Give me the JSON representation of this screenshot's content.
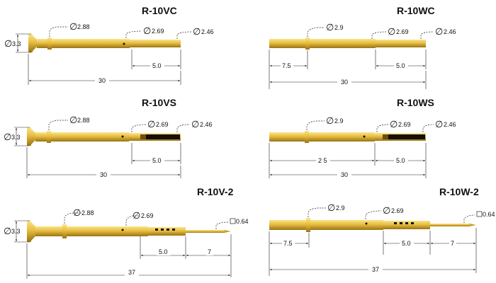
{
  "colors": {
    "gold_light": "#f7dc76",
    "gold_mid": "#e2b63a",
    "gold_dark": "#8a6a12",
    "black": "#111111"
  },
  "probes": {
    "r10vc": {
      "title": "R-10VC",
      "d_head": "3.3",
      "d1": "2.88",
      "d2": "2.69",
      "d3": "2.46",
      "len_tail": "5.0",
      "len_total": "30"
    },
    "r10wc": {
      "title": "R-10WC",
      "d1": "2.9",
      "d2": "2.69",
      "d3": "2.46",
      "len_head": "7.5",
      "len_tail": "5.0",
      "len_total": "30"
    },
    "r10vs": {
      "title": "R-10VS",
      "d_head": "3.3",
      "d1": "2.88",
      "d2": "2.69",
      "d3": "2.46",
      "len_tail": "5.0",
      "len_total": "30"
    },
    "r10ws": {
      "title": "R-10WS",
      "d1": "2.9",
      "d2": "2.69",
      "d3": "2.46",
      "len_mid": "2 5",
      "len_tail": "5.0",
      "len_total": "30"
    },
    "r10v2": {
      "title": "R-10V-2",
      "d_head": "3.3",
      "d1": "2.88",
      "d2": "2.69",
      "d_pin": "0.64",
      "len_tail": "5.0",
      "len_pin": "7",
      "len_total": "37"
    },
    "r10w2": {
      "title": "R-10W-2",
      "d1": "2.9",
      "d2": "2.69",
      "d_pin": "0.64",
      "len_head": "7.5",
      "len_tail": "5.0",
      "len_pin": "7",
      "len_total": "37"
    }
  }
}
